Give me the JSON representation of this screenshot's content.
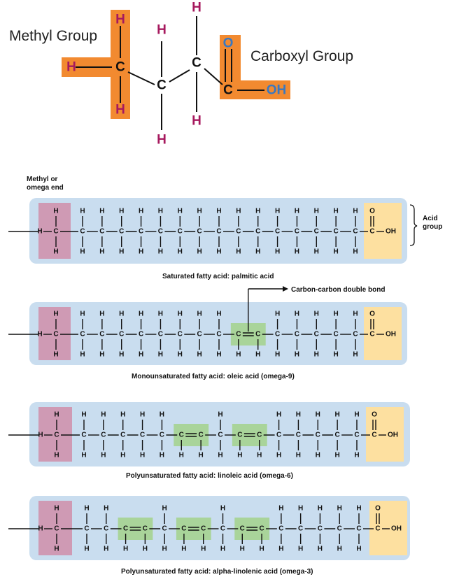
{
  "top": {
    "methyl_label": "Methyl Group",
    "carboxyl_label": "Carboxyl Group",
    "h": "H",
    "c": "C",
    "o": "O",
    "oh": "OH"
  },
  "chain": {
    "omega_label_line1": "Methyl or",
    "omega_label_line2": "omega end",
    "acid_label_line1": "Acid",
    "acid_label_line2": "group",
    "double_bond_label": "Carbon-carbon double bond",
    "h": "H",
    "c": "C",
    "o": "O",
    "oh": "OH"
  },
  "panels": [
    {
      "caption": "Saturated fatty acid: palmitic acid",
      "double_bonds_after_carbon": []
    },
    {
      "caption": "Monounsaturated fatty acid: oleic acid (omega-9)",
      "double_bonds_after_carbon": [
        9
      ]
    },
    {
      "caption": "Polyunsaturated fatty acid: linoleic acid (omega-6)",
      "double_bonds_after_carbon": [
        6,
        9
      ]
    },
    {
      "caption": "Polyunsaturated fatty acid: alpha-linolenic acid (omega-3)",
      "double_bonds_after_carbon": [
        3,
        6,
        9
      ]
    }
  ],
  "colors": {
    "orange": "#f28a30",
    "magenta": "#a6195e",
    "blue_o": "#3a78c0",
    "panel_bg": "#c9ddef",
    "methyl_box": "#cf9ab4",
    "acid_box": "#fde0a0",
    "double_box": "#a9d49a"
  }
}
